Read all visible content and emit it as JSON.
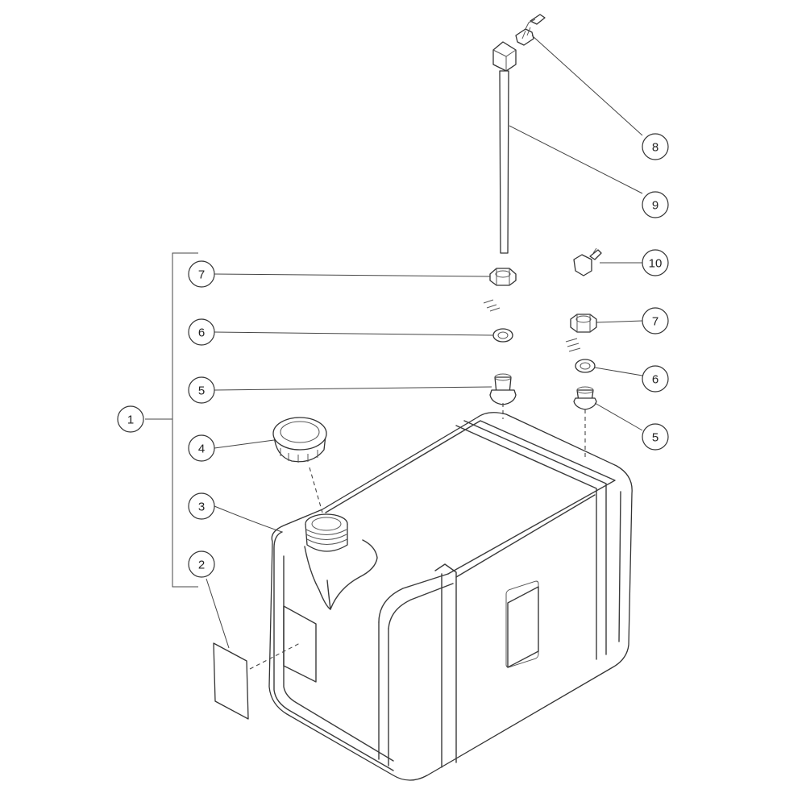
{
  "callouts": [
    {
      "id": "b1",
      "label": "1"
    },
    {
      "id": "b2",
      "label": "2"
    },
    {
      "id": "b3",
      "label": "3"
    },
    {
      "id": "b4",
      "label": "4"
    },
    {
      "id": "b5a",
      "label": "5"
    },
    {
      "id": "b6a",
      "label": "6"
    },
    {
      "id": "b7a",
      "label": "7"
    },
    {
      "id": "b8",
      "label": "8"
    },
    {
      "id": "b9",
      "label": "9"
    },
    {
      "id": "b10",
      "label": "10"
    },
    {
      "id": "b7b",
      "label": "7"
    },
    {
      "id": "b6b",
      "label": "6"
    },
    {
      "id": "b5b",
      "label": "5"
    }
  ]
}
